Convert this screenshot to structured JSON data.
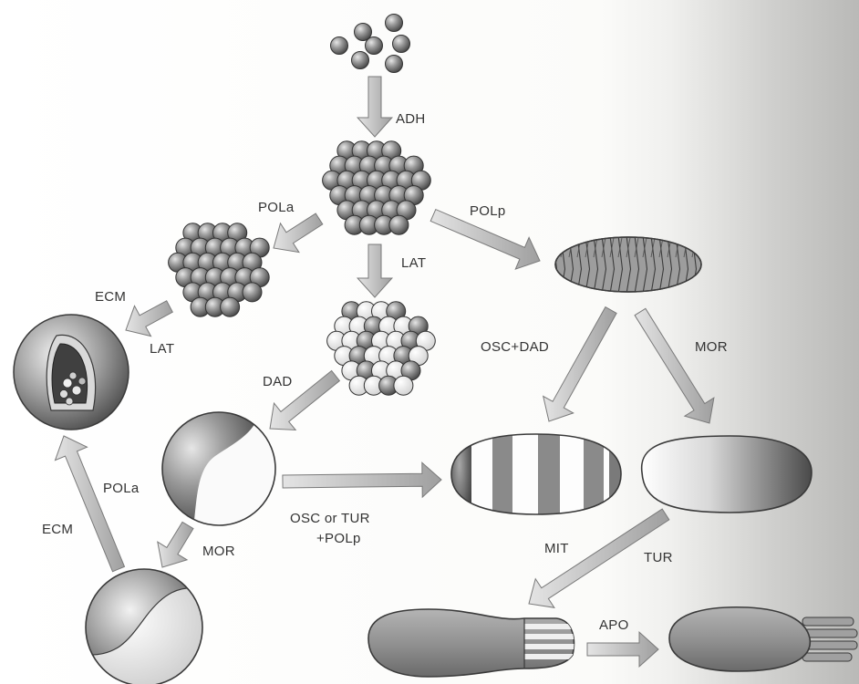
{
  "labels": {
    "adh": "ADH",
    "pola_top": "POLa",
    "polp_top": "POLp",
    "lat_center": "LAT",
    "ecm_top": "ECM",
    "lat_left": "LAT",
    "osc_dad": "OSC+DAD",
    "mor_right": "MOR",
    "dad": "DAD",
    "pola_mid": "POLa",
    "osc_tur_line1": "OSC or TUR",
    "osc_tur_line2": "+POLp",
    "ecm_bottom": "ECM",
    "mor_bottom": "MOR",
    "mit": "MIT",
    "tur": "TUR",
    "apo": "APO"
  },
  "colors": {
    "cell": "#8f8f8f",
    "cell_light": "#f2f2f2",
    "arrow": "#c8c8c8",
    "ink": "#333333"
  }
}
